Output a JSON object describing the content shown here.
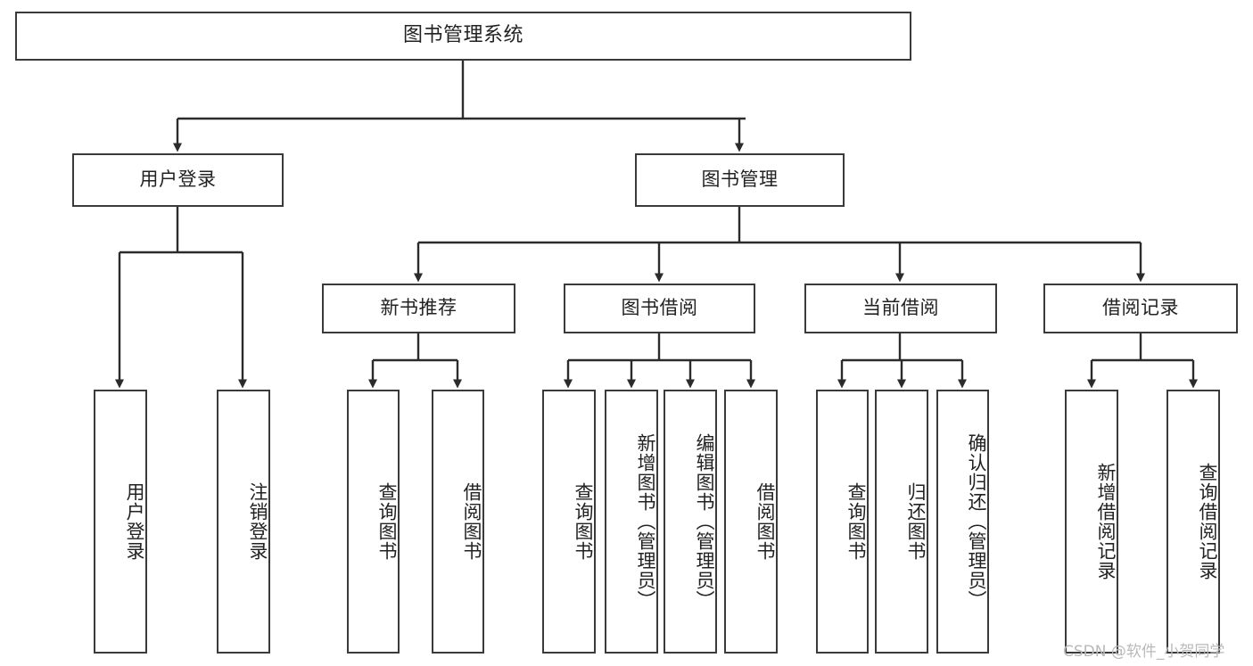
{
  "diagram": {
    "type": "tree-hierarchy-chart",
    "title": "图书管理系统",
    "watermark": "CSDN @软件_小贺同学",
    "colors": {
      "box_border": "#3a3a3a",
      "box_fill": "#ffffff",
      "connector": "#2b2b2b",
      "text": "#222222",
      "watermark": "#b9b9b9"
    },
    "nodes": {
      "root": {
        "label": "图书管理系统"
      },
      "level2": [
        {
          "id": "user-login",
          "label": "用户登录"
        },
        {
          "id": "book-management",
          "label": "图书管理"
        }
      ],
      "level3": [
        {
          "id": "new-book-recommend",
          "label": "新书推荐"
        },
        {
          "id": "book-borrow",
          "label": "图书借阅"
        },
        {
          "id": "current-borrow",
          "label": "当前借阅"
        },
        {
          "id": "borrow-record",
          "label": "借阅记录"
        }
      ],
      "leaves": {
        "user-login": [
          {
            "id": "leaf-user-login",
            "label": "用户登录"
          },
          {
            "id": "leaf-user-logout",
            "label": "注销登录"
          }
        ],
        "new-book-recommend": [
          {
            "id": "leaf-query-book-1",
            "label": "查询图书"
          },
          {
            "id": "leaf-borrow-book-1",
            "label": "借阅图书"
          }
        ],
        "book-borrow": [
          {
            "id": "leaf-query-book-2",
            "label": "查询图书"
          },
          {
            "id": "leaf-add-book",
            "label": "新增图书（管理员）"
          },
          {
            "id": "leaf-edit-book",
            "label": "编辑图书（管理员）"
          },
          {
            "id": "leaf-borrow-book-2",
            "label": "借阅图书"
          }
        ],
        "current-borrow": [
          {
            "id": "leaf-query-book-3",
            "label": "查询图书"
          },
          {
            "id": "leaf-return-book",
            "label": "归还图书"
          },
          {
            "id": "leaf-confirm-return",
            "label": "确认归还（管理员）"
          }
        ],
        "borrow-record": [
          {
            "id": "leaf-add-record",
            "label": "新增借阅记录"
          },
          {
            "id": "leaf-query-record",
            "label": "查询借阅记录"
          }
        ]
      }
    }
  }
}
